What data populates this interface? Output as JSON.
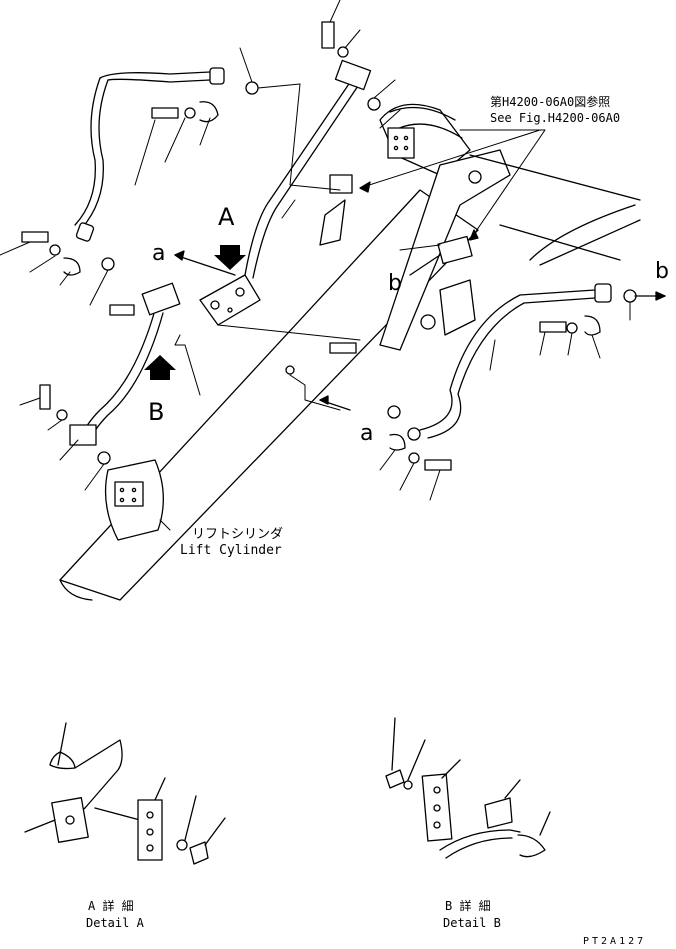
{
  "callout": {
    "line1": "第H4200-06A0図参照",
    "line2": "See Fig.H4200-06A0"
  },
  "letters": {
    "A": "A",
    "B": "B",
    "a_left": "a",
    "a_right": "a",
    "b_mid": "b",
    "b_right": "b"
  },
  "part": {
    "jp": "リフトシリンダ",
    "en": "Lift Cylinder"
  },
  "detail_a": {
    "jp": "A 詳 細",
    "en": "Detail A"
  },
  "detail_b": {
    "jp": "B 詳 細",
    "en": "Detail B"
  },
  "figure_code": "PT2A127"
}
